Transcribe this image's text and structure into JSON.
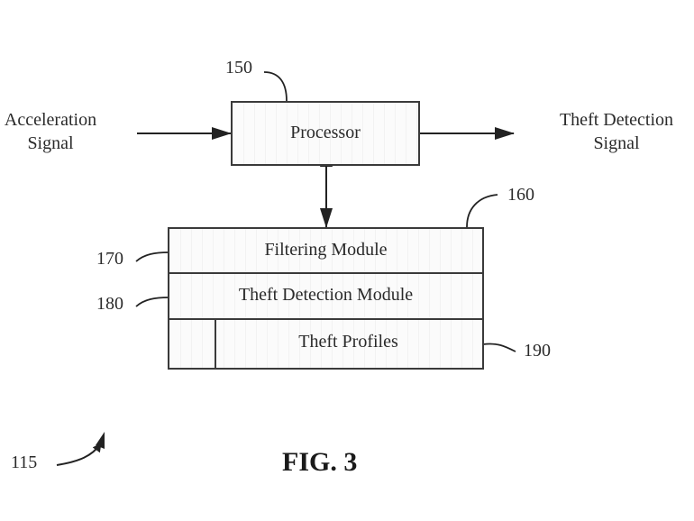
{
  "diagram": {
    "inputs": {
      "acceleration_signal": [
        "Acceleration",
        "Signal"
      ]
    },
    "outputs": {
      "theft_detection_signal": [
        "Theft Detection",
        "Signal"
      ]
    },
    "processor": {
      "label": "Processor",
      "ref": "150"
    },
    "memory": {
      "ref": "160",
      "modules": [
        {
          "label": "Filtering Module",
          "ref": "170"
        },
        {
          "label": "Theft Detection Module",
          "ref": "180"
        },
        {
          "label": "Theft Profiles",
          "ref": "190"
        }
      ]
    },
    "system_ref": "115",
    "figure_label": "FIG. 3"
  }
}
